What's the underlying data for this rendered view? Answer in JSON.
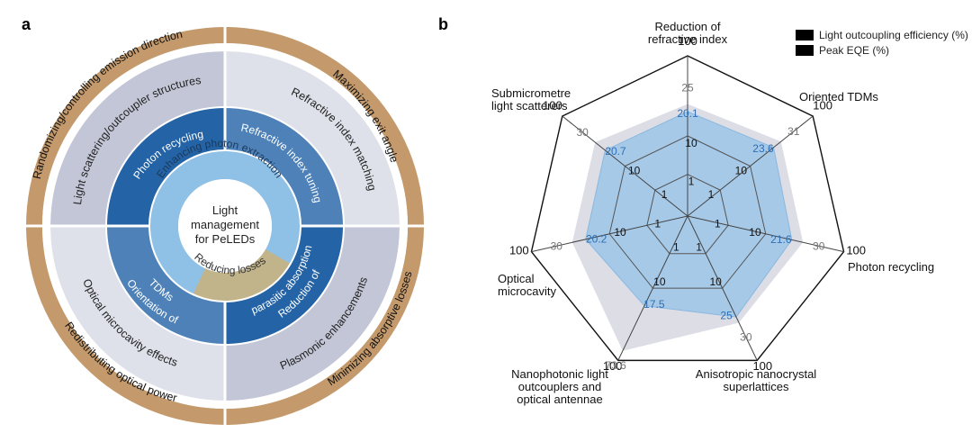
{
  "panel_a": {
    "label": "a",
    "center_text": [
      "Light",
      "management",
      "for PeLEDs"
    ],
    "inner_ring": {
      "enhancing": "Enhancing photon extraction",
      "reducing": "Reducing losses"
    },
    "middle_ring": {
      "photon_recycling": "Photon recycling",
      "refractive_tuning": "Refractive index tuning",
      "orientation_l1": "Orientation of",
      "orientation_l2": "TDMs",
      "reduction_l1": "Reduction of",
      "reduction_l2": "parasitic absorption"
    },
    "outer_band": {
      "light_scattering": "Light scattering/outcoupler structures",
      "refractive_matching": "Refractive index matching",
      "optical_microcavity": "Optical microcavity effects",
      "plasmonic": "Plasmonic enhancements"
    },
    "outer_ring": {
      "randomizing": "Randomizing/controlling emission direction",
      "maximizing": "Maximizing exit angle",
      "redistributing": "Redistributing optical power",
      "minimizing": "Minimizing absorptive losses"
    },
    "colors": {
      "outer_ring": "#c49a6c",
      "band_left": "#c3c6d6",
      "band_right": "#dfe1ea",
      "middle_dark": "#2463a5",
      "middle_light": "#4d81b8",
      "inner_light": "#8fc1e6",
      "inner_gold": "#c2b48a"
    }
  },
  "panel_b": {
    "label": "b",
    "colors": {
      "outcoupling": "#dcdde5",
      "peak_eqe": "#a6c9e8",
      "peak_eqe_line": "#8ab8e0",
      "eqe_text": "#2e6fb5",
      "outcoupling_text": "#777777"
    }
  },
  "chart_data": {
    "type": "radar",
    "scale": "log",
    "rings": [
      1,
      10,
      100
    ],
    "ring_labels": [
      "1",
      "10",
      "100"
    ],
    "axes": [
      "Reduction of refractive index",
      "Oriented TDMs",
      "Photon recycling",
      "Anisotropic nanocrystal superlattices",
      "Nanophotonic light outcouplers and optical antennae",
      "Optical microcavity",
      "Submicrometre light scatterers"
    ],
    "axis_label_lines": [
      [
        "Reduction of",
        "refractive index"
      ],
      [
        "Oriented  TDMs"
      ],
      [
        "Photon recycling"
      ],
      [
        "Anisotropic nanocrystal",
        "superlattices"
      ],
      [
        "Nanophotonic light",
        "outcouplers and",
        "optical antennae"
      ],
      [
        "Optical",
        "microcavity"
      ],
      [
        "Submicrometre",
        "light scatterers"
      ]
    ],
    "series": [
      {
        "name": "Light outcoupling efficiency (%)",
        "values": [
          25,
          31,
          30,
          30,
          73.6,
          30,
          30
        ],
        "labels": [
          "25",
          "31",
          "30",
          "30",
          "73.6",
          "30",
          "30"
        ]
      },
      {
        "name": "Peak EQE (%)",
        "values": [
          20.1,
          23.6,
          21.6,
          25,
          17.5,
          20.2,
          20.7
        ],
        "labels": [
          "20.1",
          "23.6",
          "21.6",
          "25",
          "17.5",
          "20.2",
          "20.7"
        ]
      }
    ]
  }
}
